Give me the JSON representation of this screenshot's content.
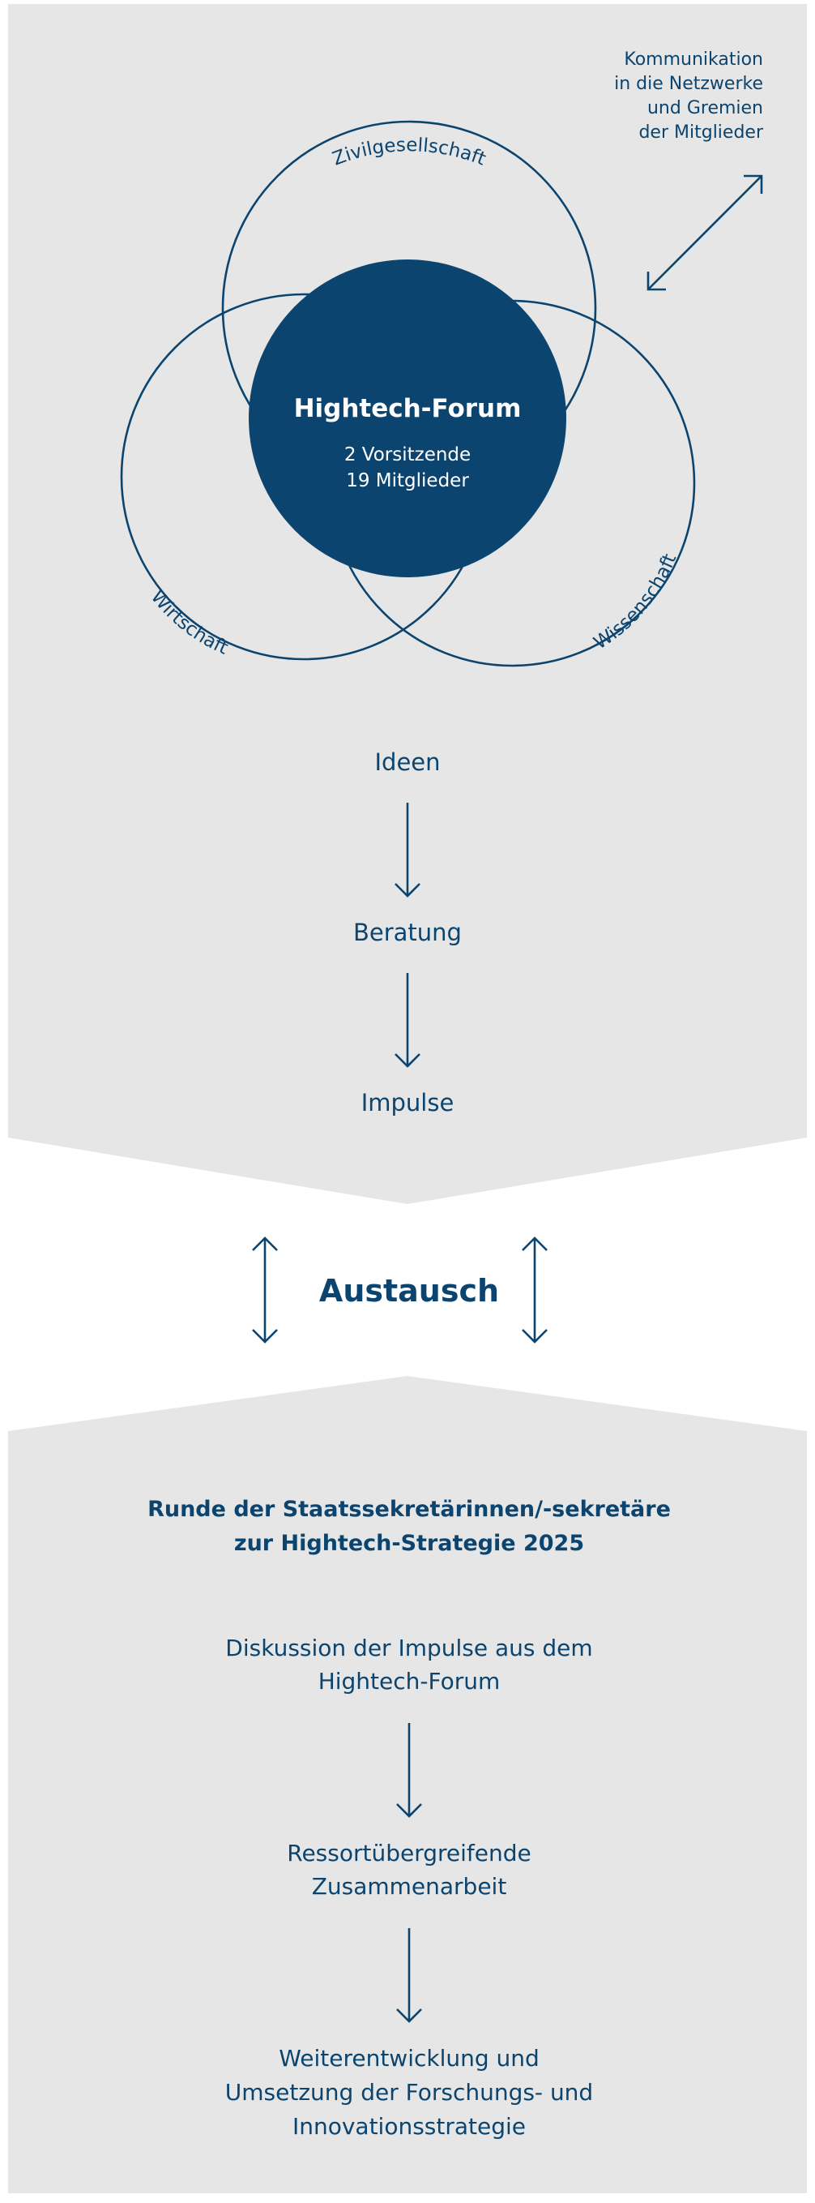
{
  "colors": {
    "panel": "#e5e6e5",
    "accent": "#0c4470",
    "background": "#ffffff",
    "on_accent": "#ffffff"
  },
  "forum": {
    "communication_lines": [
      "Kommunikation",
      "in die Netzwerke",
      "und Gremien",
      "der Mitglieder"
    ],
    "circles": {
      "top": "Zivilgesellschaft",
      "left": "Wirtschaft",
      "right": "Wissenschaft"
    },
    "center": {
      "title": "Hightech-Forum",
      "line1": "2 Vorsitzende",
      "line2": "19 Mitglieder"
    },
    "steps": [
      "Ideen",
      "Beratung",
      "Impulse"
    ]
  },
  "exchange": {
    "label": "Austausch"
  },
  "round": {
    "title_lines": [
      "Runde der Staatssekretärinnen/-sekretäre",
      "zur Hightech-Strategie 2025"
    ],
    "step1_lines": [
      "Diskussion der Impulse aus dem",
      "Hightech-Forum"
    ],
    "step2_lines": [
      "Ressortübergreifende",
      "Zusammenarbeit"
    ],
    "step3_lines": [
      "Weiterentwicklung und",
      "Umsetzung der Forschungs- und",
      "Innovationsstrategie"
    ]
  }
}
